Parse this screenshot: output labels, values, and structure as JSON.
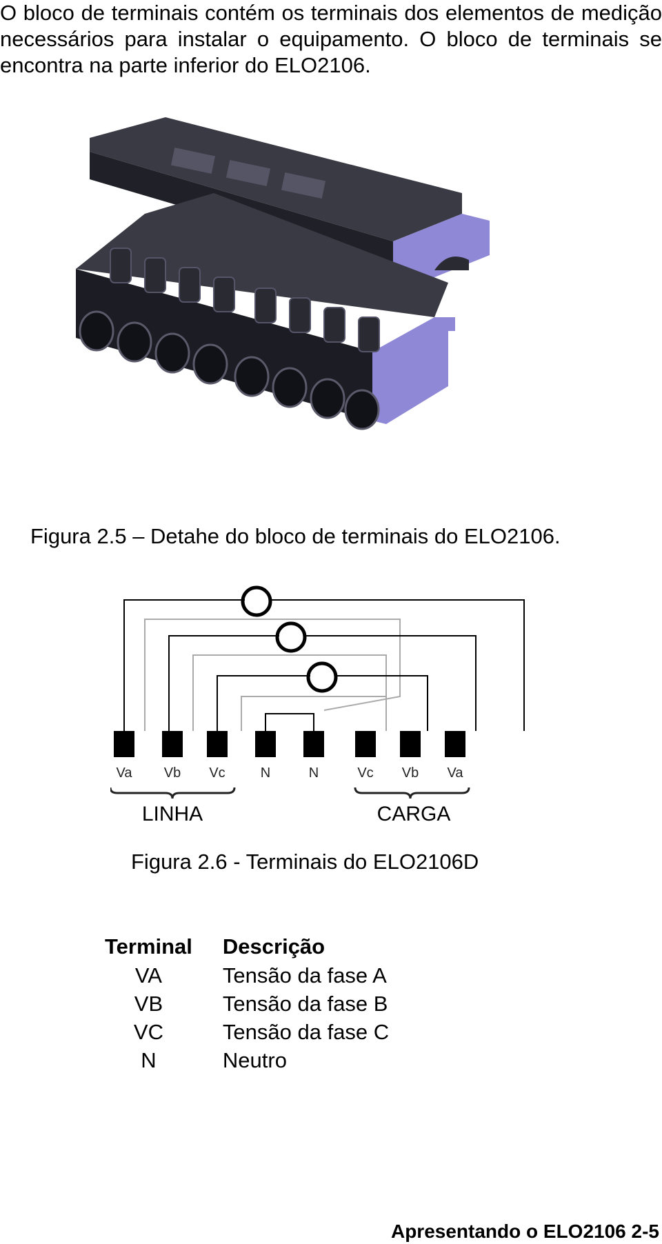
{
  "intro_text": "O bloco de terminais contém os terminais dos elementos de medição necessários para instalar o equipamento. O bloco de terminais se encontra na parte inferior do ELO2106.",
  "figure1": {
    "caption": "Figura 2.5 – Detahe do bloco de terminais do ELO2106.",
    "colors": {
      "body": "#2a2a33",
      "side": "#8f88d6",
      "highlight": "#4a4a58"
    }
  },
  "figure2": {
    "caption": "Figura 2.6 - Terminais do ELO2106D",
    "terminals": [
      "Va",
      "Vb",
      "Vc",
      "N",
      "N",
      "Vc",
      "Vb",
      "Va"
    ],
    "groups": {
      "left": "LINHA",
      "right": "CARGA"
    }
  },
  "table": {
    "headers": [
      "Terminal",
      "Descrição"
    ],
    "rows": [
      [
        "VA",
        "Tensão da fase A"
      ],
      [
        "VB",
        "Tensão da fase B"
      ],
      [
        "VC",
        "Tensão da fase C"
      ],
      [
        "N",
        "Neutro"
      ]
    ]
  },
  "footer": "Apresentando o ELO2106  2-5"
}
